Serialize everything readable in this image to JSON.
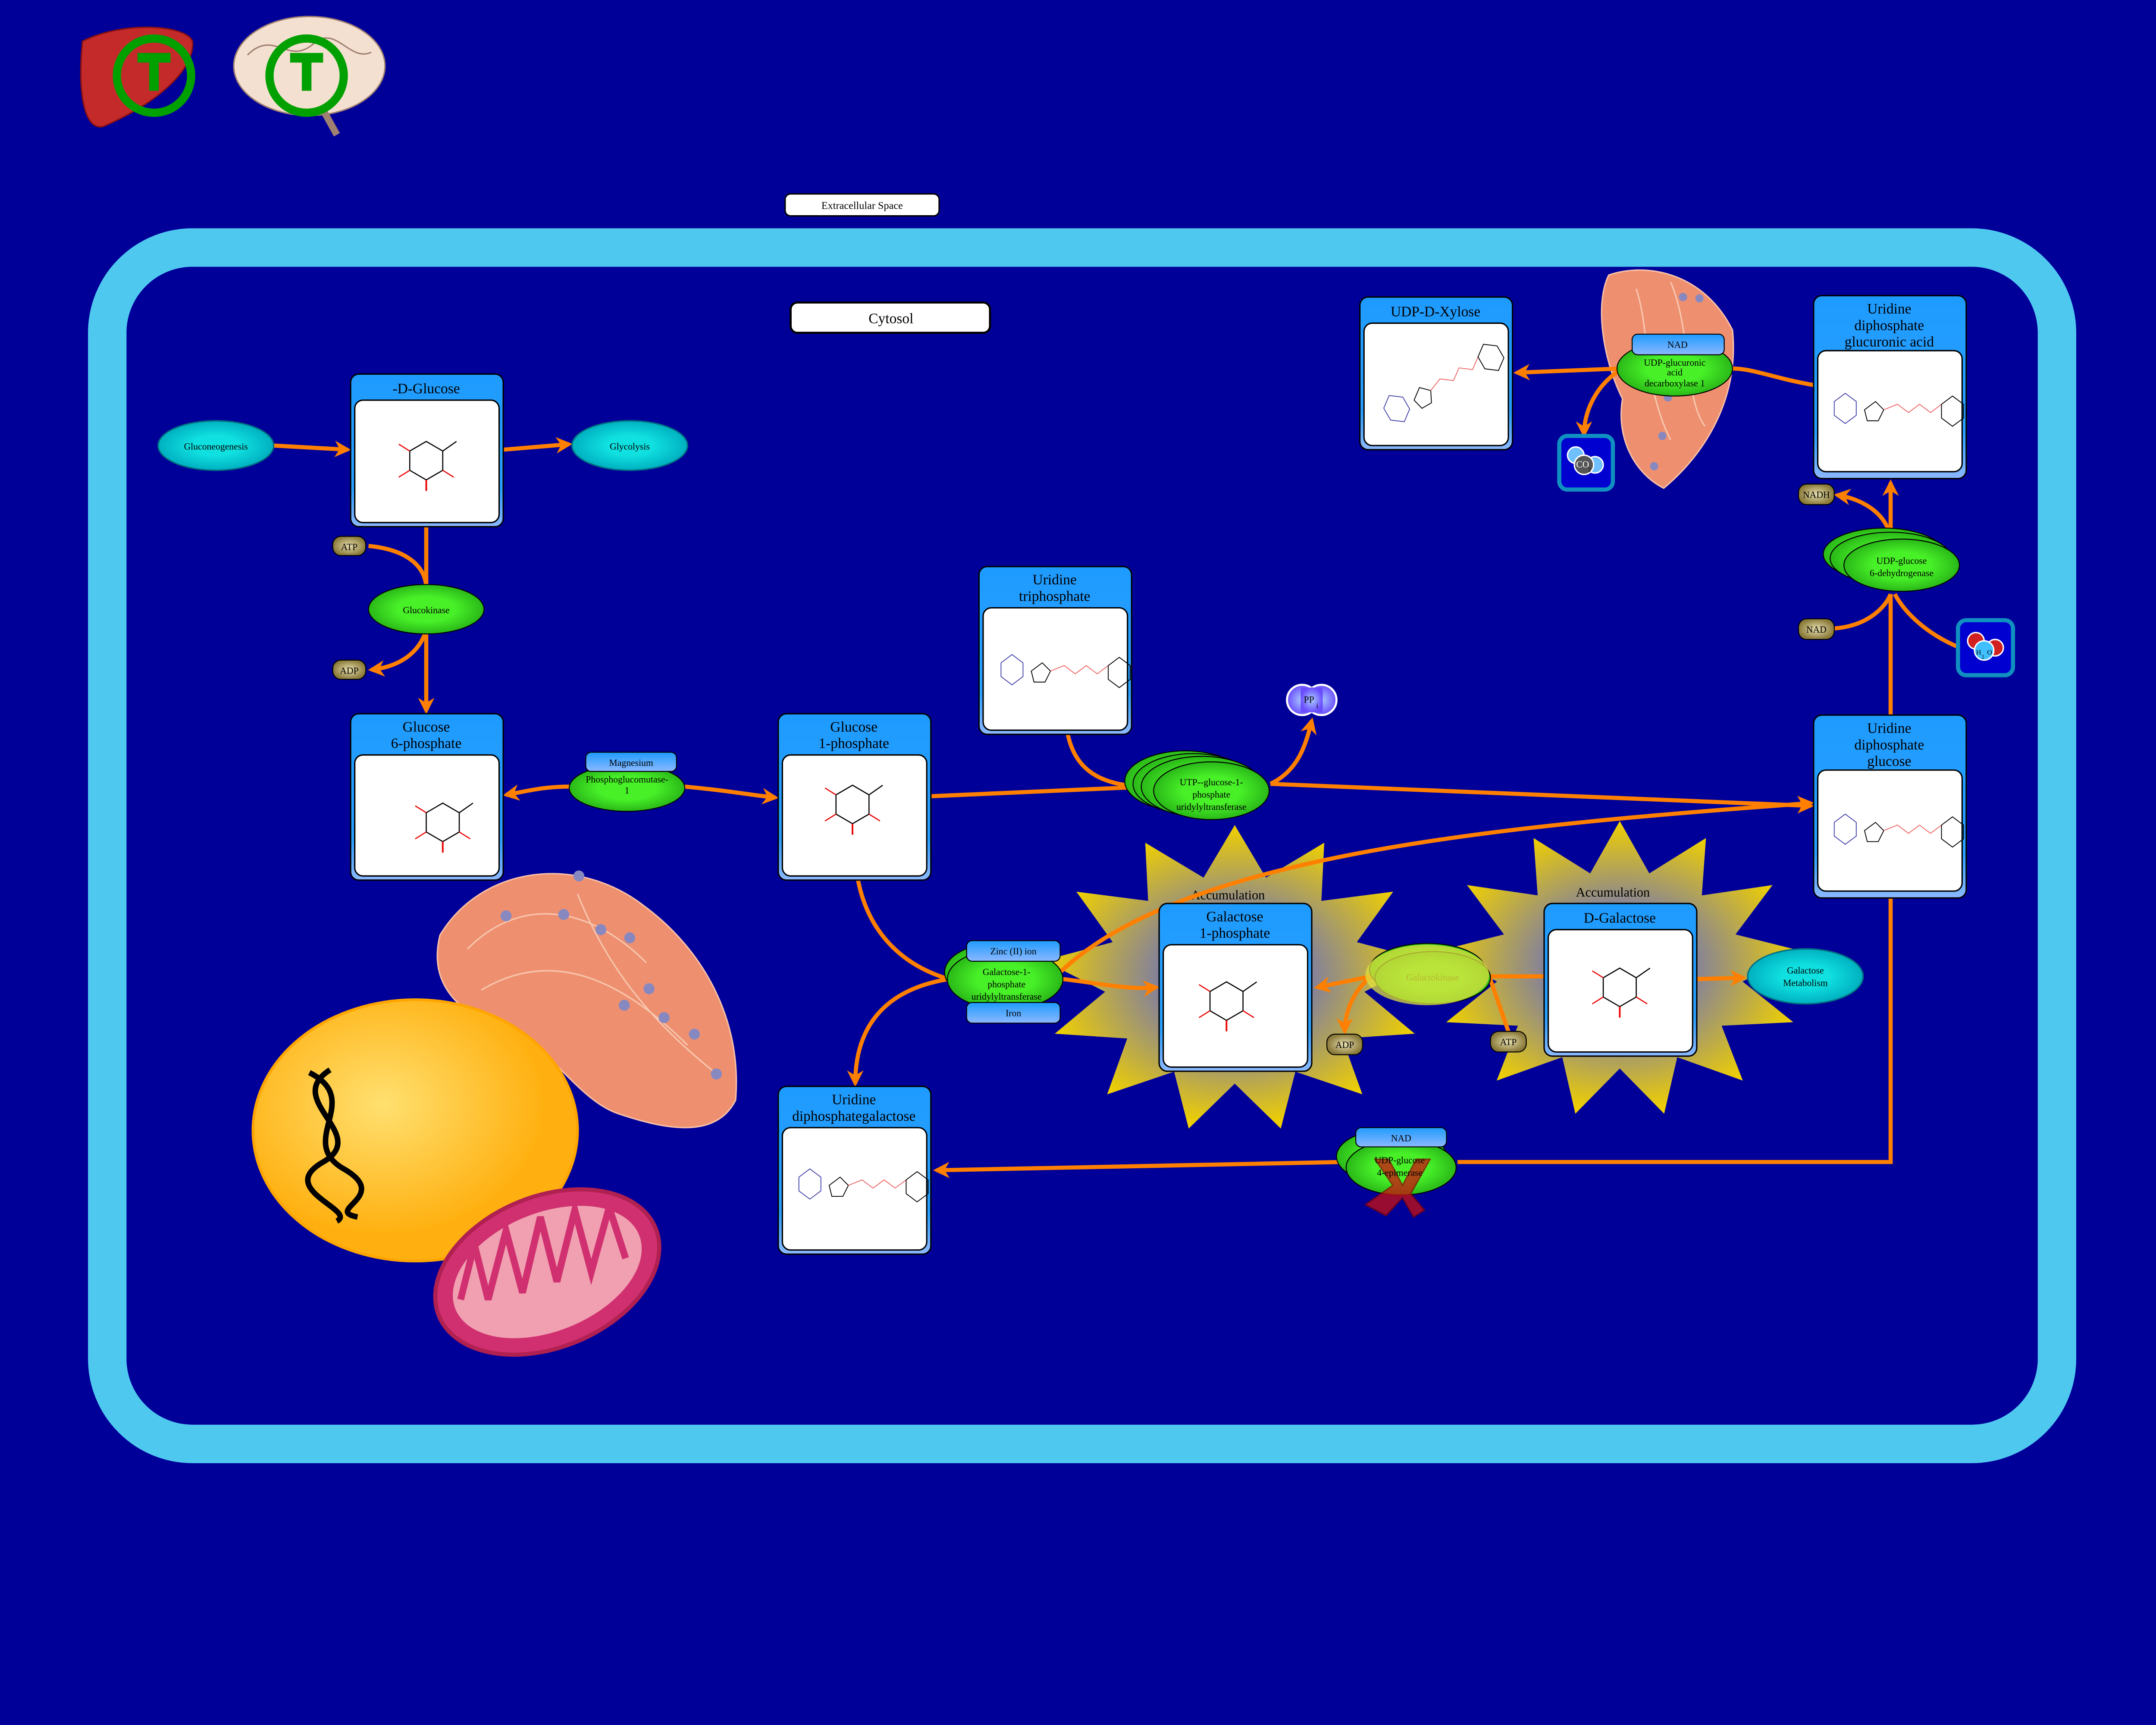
{
  "labels": {
    "extracellular": "Extracellular Space",
    "cytosol": "Cytosol"
  },
  "metabolites": {
    "glucose": [
      "-D-Glucose"
    ],
    "g6p": [
      "Glucose",
      "6-phosphate"
    ],
    "g1p": [
      "Glucose",
      "1-phosphate"
    ],
    "utp": [
      "Uridine",
      "triphosphate"
    ],
    "xylose": [
      "UDP-D-Xylose"
    ],
    "udpga": [
      "Uridine",
      "diphosphate",
      "glucuronic acid"
    ],
    "udpglc": [
      "Uridine",
      "diphosphate",
      "glucose"
    ],
    "gal1p": [
      "Galactose",
      "1-phosphate"
    ],
    "dgal": [
      "D-Galactose"
    ],
    "udpgal": [
      "Uridine",
      "diphosphategalactose"
    ]
  },
  "pathways": {
    "gluconeogenesis": "Gluconeogenesis",
    "glycolysis": "Glycolysis",
    "galmet": [
      "Galactose",
      "Metabolism"
    ]
  },
  "enzymes": {
    "glucokinase": "Glucokinase",
    "pgm": [
      "Phosphoglucomutase-",
      "1"
    ],
    "ugp": [
      "UTP--glucose-1-",
      "phosphate",
      "uridylyltransferase"
    ],
    "ugdh": [
      "UDP-glucose",
      "6-dehydrogenase"
    ],
    "uxs": [
      "UDP-glucuronic",
      "acid",
      "decarboxylase 1"
    ],
    "galt": [
      "Galactose-1-",
      "phosphate",
      "uridylyltransferase"
    ],
    "galk": "Galactokinase",
    "gale": [
      "UDP-glucose",
      "4-epimerase"
    ]
  },
  "cofactors": {
    "magnesium": "Magnesium",
    "zinc": "Zinc (II) ion",
    "iron": "Iron",
    "nad_uxs": "NAD",
    "nad_gale": "NAD"
  },
  "small_molecules": {
    "atp1": "ATP",
    "adp1": "ADP",
    "nadh": "NADH",
    "nad": "NAD",
    "adp2": "ADP",
    "atp2": "ATP",
    "ppi": "PP",
    "ppi_sub": "i",
    "co2": "CO",
    "co2_sub": "2",
    "h2o_h": "H",
    "h2o_sub": "2",
    "h2o_o": "O"
  },
  "accumulation": [
    "Accumulation",
    "Accumulation"
  ],
  "colors": {
    "background": "#000099",
    "membrane": "#4fc8f0",
    "arrow": "#ff7f00",
    "enzyme": "#44ee22",
    "header": "#1e9bff"
  }
}
